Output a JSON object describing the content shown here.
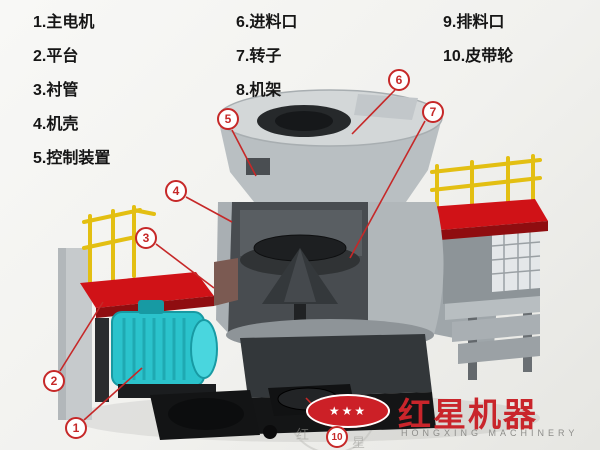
{
  "legend": {
    "col1": [
      "1.主电机",
      "2.平台",
      "3.衬管",
      "4.机壳",
      "5.控制装置"
    ],
    "col2": [
      "6.进料口",
      "7.转子",
      "8.机架"
    ],
    "col3": [
      "9.排料口",
      "10.皮带轮"
    ]
  },
  "callouts": {
    "c1": "1",
    "c2": "2",
    "c3": "3",
    "c4": "4",
    "c5": "5",
    "c6": "6",
    "c7": "7",
    "c10": "10"
  },
  "logo": {
    "brand": "红星机器",
    "tagline": "HONGXING MACHINERY",
    "stars": "★★★",
    "watermark_left": "红",
    "watermark_right": "星"
  },
  "colors": {
    "accent_red": "#c62828",
    "platform_red": "#d01217",
    "motor_cyan": "#2bc3cc",
    "rail_yellow": "#e3bf12",
    "body_gray": "#b9bfc2"
  }
}
